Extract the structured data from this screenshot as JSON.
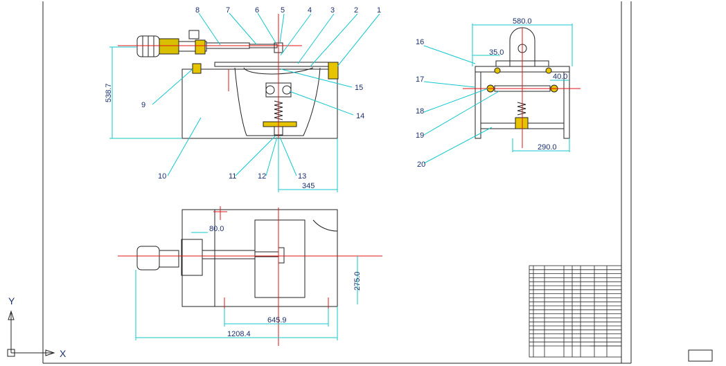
{
  "part_numbers": [
    "1",
    "2",
    "3",
    "4",
    "5",
    "6",
    "7",
    "8",
    "9",
    "10",
    "11",
    "12",
    "13",
    "14",
    "15",
    "16",
    "17",
    "18",
    "19",
    "20"
  ],
  "dimensions": {
    "front_height": "538.7",
    "front_width": "345",
    "side_top": "580.0",
    "side_offset": "35.0",
    "side_small": "40.0",
    "side_bottom": "290.0",
    "plan_small": "80.0",
    "plan_depth": "275.0",
    "plan_inner": "645.9",
    "plan_total": "1208.4"
  },
  "ucs": {
    "x_label": "X",
    "y_label": "Y"
  },
  "colors": {
    "outline": "#1f1f1f",
    "leader": "#10c7cf",
    "center": "#e01414",
    "accent": "#c9b400",
    "text": "#1a2f6e"
  }
}
